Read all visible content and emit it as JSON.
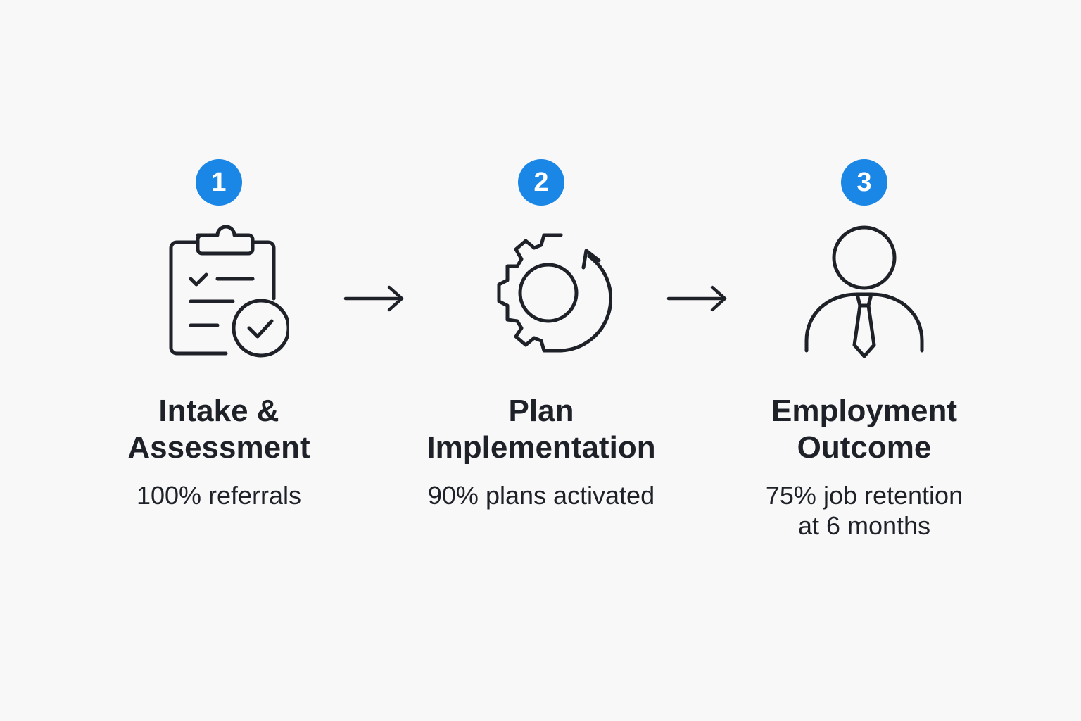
{
  "accent_color": "#1a86e6",
  "stroke_color": "#1e2128",
  "steps": [
    {
      "number": "1",
      "icon": "clipboard-check-icon",
      "title": "Intake &\nAssessment",
      "subtitle": "100% referrals"
    },
    {
      "number": "2",
      "icon": "gear-cycle-icon",
      "title": "Plan\nImplementation",
      "subtitle": "90% plans activated"
    },
    {
      "number": "3",
      "icon": "person-tie-icon",
      "title": "Employment\nOutcome",
      "subtitle": "75% job retention\nat 6 months"
    }
  ],
  "connectors": [
    {
      "icon": "arrow-right-icon"
    },
    {
      "icon": "arrow-right-icon"
    }
  ]
}
